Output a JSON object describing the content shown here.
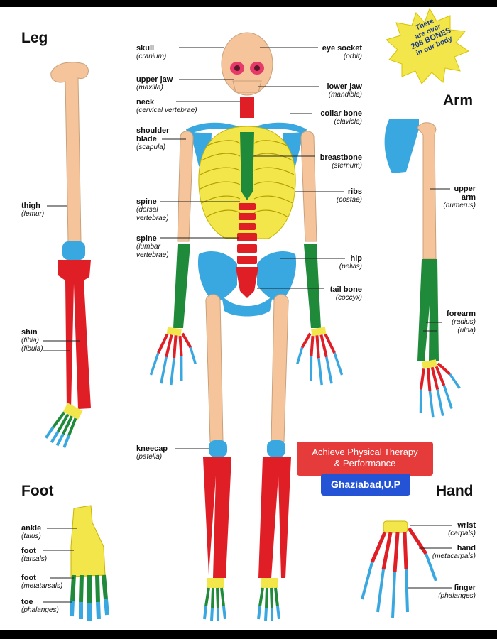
{
  "sections": {
    "leg": "Leg",
    "arm": "Arm",
    "foot": "Foot",
    "hand": "Hand"
  },
  "burst": {
    "line1": "There",
    "line2": "are over",
    "line3": "206 BONES",
    "line4": "in our body"
  },
  "labels": {
    "skull": {
      "name": "skull",
      "sub": "(cranium)"
    },
    "upper_jaw": {
      "name": "upper jaw",
      "sub": "(maxilla)"
    },
    "neck": {
      "name": "neck",
      "sub": "(cervical vertebrae)"
    },
    "shoulder_blade": {
      "name": "shoulder",
      "name2": "blade",
      "sub": "(scapula)"
    },
    "spine_dorsal": {
      "name": "spine",
      "sub": "(dorsal",
      "sub2": "vertebrae)"
    },
    "spine_lumbar": {
      "name": "spine",
      "sub": "(lumbar",
      "sub2": "vertebrae)"
    },
    "kneecap": {
      "name": "kneecap",
      "sub": "(patella)"
    },
    "eye_socket": {
      "name": "eye socket",
      "sub": "(orbit)"
    },
    "lower_jaw": {
      "name": "lower jaw",
      "sub": "(mandible)"
    },
    "collar_bone": {
      "name": "collar bone",
      "sub": "(clavicle)"
    },
    "breastbone": {
      "name": "breastbone",
      "sub": "(sternum)"
    },
    "ribs": {
      "name": "ribs",
      "sub": "(costae)"
    },
    "hip": {
      "name": "hip",
      "sub": "(pelvis)"
    },
    "tail_bone": {
      "name": "tail bone",
      "sub": "(coccyx)"
    },
    "thigh": {
      "name": "thigh",
      "sub": "(femur)"
    },
    "shin": {
      "name": "shin",
      "sub": "(tibia)",
      "sub2": "(fibula)"
    },
    "upper_arm": {
      "name": "upper",
      "name2": "arm",
      "sub": "(humerus)"
    },
    "forearm": {
      "name": "forearm",
      "sub": "(radius)",
      "sub2": "(ulna)"
    },
    "ankle": {
      "name": "ankle",
      "sub": "(talus)"
    },
    "foot_tarsals": {
      "name": "foot",
      "sub": "(tarsals)"
    },
    "foot_metatarsals": {
      "name": "foot",
      "sub": "(metatarsals)"
    },
    "toe": {
      "name": "toe",
      "sub": "(phalanges)"
    },
    "wrist": {
      "name": "wrist",
      "sub": "(carpals)"
    },
    "hand_metacarpals": {
      "name": "hand",
      "sub": "(metacarpals)"
    },
    "finger": {
      "name": "finger",
      "sub": "(phalanges)"
    }
  },
  "badge": {
    "line1": "Achieve Physical Therapy",
    "line2": "& Performance",
    "location": "Ghaziabad,U.P"
  },
  "colors": {
    "bone": "#f5c49a",
    "red": "#e01e25",
    "green": "#1e8a3a",
    "yellow": "#f2e64a",
    "blue": "#3aa8e0",
    "badge_red": "#e63b3b",
    "badge_blue": "#2453d6"
  }
}
